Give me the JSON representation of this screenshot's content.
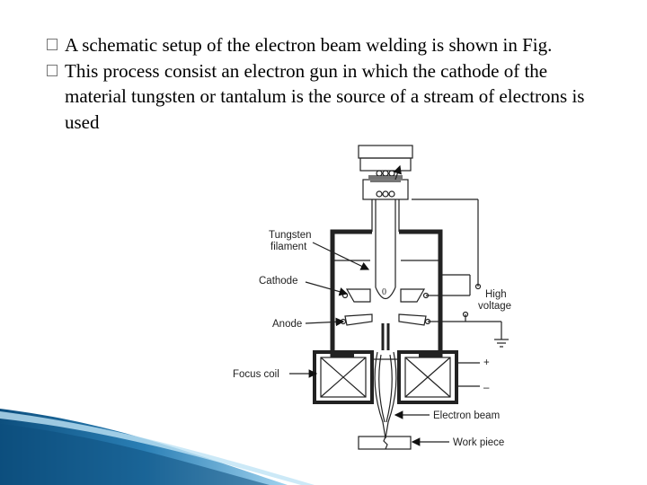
{
  "bullets": [
    {
      "text": "A schematic setup of the electron beam welding is shown in Fig."
    },
    {
      "text": "This process consist an electron gun in which the cathode of the material tungsten or tantalum is the source of a stream of electrons is used"
    }
  ],
  "diagram": {
    "labels": {
      "tungsten_1": "Tungsten",
      "tungsten_2": "filament",
      "cathode": "Cathode",
      "anode": "Anode",
      "high_1": "High",
      "high_2": "voltage",
      "focus_coil": "Focus coil",
      "electron_beam": "Electron beam",
      "work_piece": "Work piece",
      "plus": "+",
      "minus": "–"
    }
  },
  "colors": {
    "accent_dark": "#0d4f7e",
    "accent_light": "#4fa8d8"
  }
}
